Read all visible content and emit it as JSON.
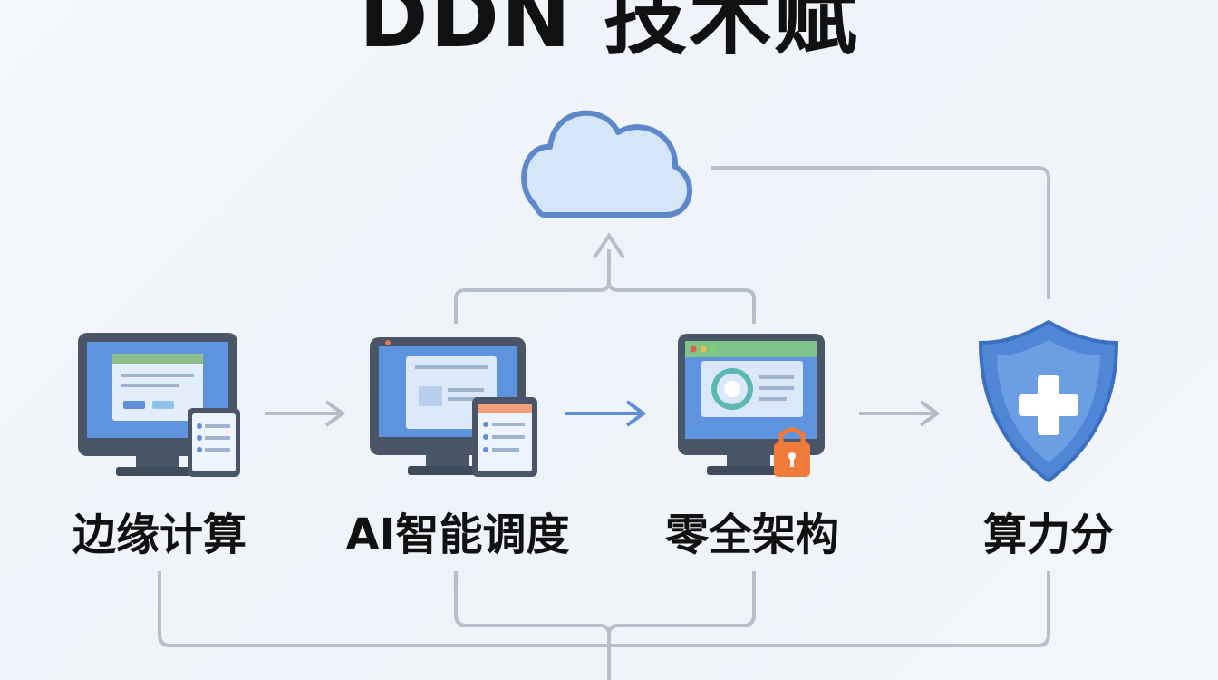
{
  "title": "DDN 技术赋",
  "nodes": [
    {
      "label": "边缘计算",
      "icon": "monitor-with-tablet-icon"
    },
    {
      "label": "AI智能调度",
      "icon": "monitor-with-checklist-icon"
    },
    {
      "label": "零全架构",
      "icon": "monitor-with-lock-icon"
    },
    {
      "label": "算力分",
      "icon": "shield-plus-icon"
    }
  ],
  "cloud": {
    "icon": "cloud-icon"
  },
  "colors": {
    "primary_blue": "#5b8fd9",
    "cloud_fill": "#d5e6f8",
    "cloud_stroke": "#5d88c9",
    "connector_gray": "#b7c0ca",
    "arrow_gray": "#b5bcc5",
    "arrow_blue": "#5f8fd6",
    "lock_orange": "#f07b3b",
    "shield_blue": "#4f86d6"
  }
}
